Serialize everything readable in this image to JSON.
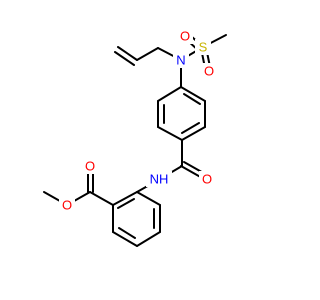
{
  "molecule": {
    "atoms": {
      "sulfonyl_o_left": {
        "label": "O",
        "color": "#ff0000"
      },
      "sulfonyl_s": {
        "label": "S",
        "color": "#c8b400"
      },
      "sulfonyl_o_bottom": {
        "label": "O",
        "color": "#ff0000"
      },
      "sulfonamide_n": {
        "label": "N",
        "color": "#0000ff"
      },
      "amide_o": {
        "label": "O",
        "color": "#ff0000"
      },
      "amide_nh": {
        "label": "NH",
        "color": "#0000ff"
      },
      "ester_o_carbonyl": {
        "label": "O",
        "color": "#ff0000"
      },
      "ester_o_methoxy": {
        "label": "O",
        "color": "#ff0000"
      }
    }
  }
}
